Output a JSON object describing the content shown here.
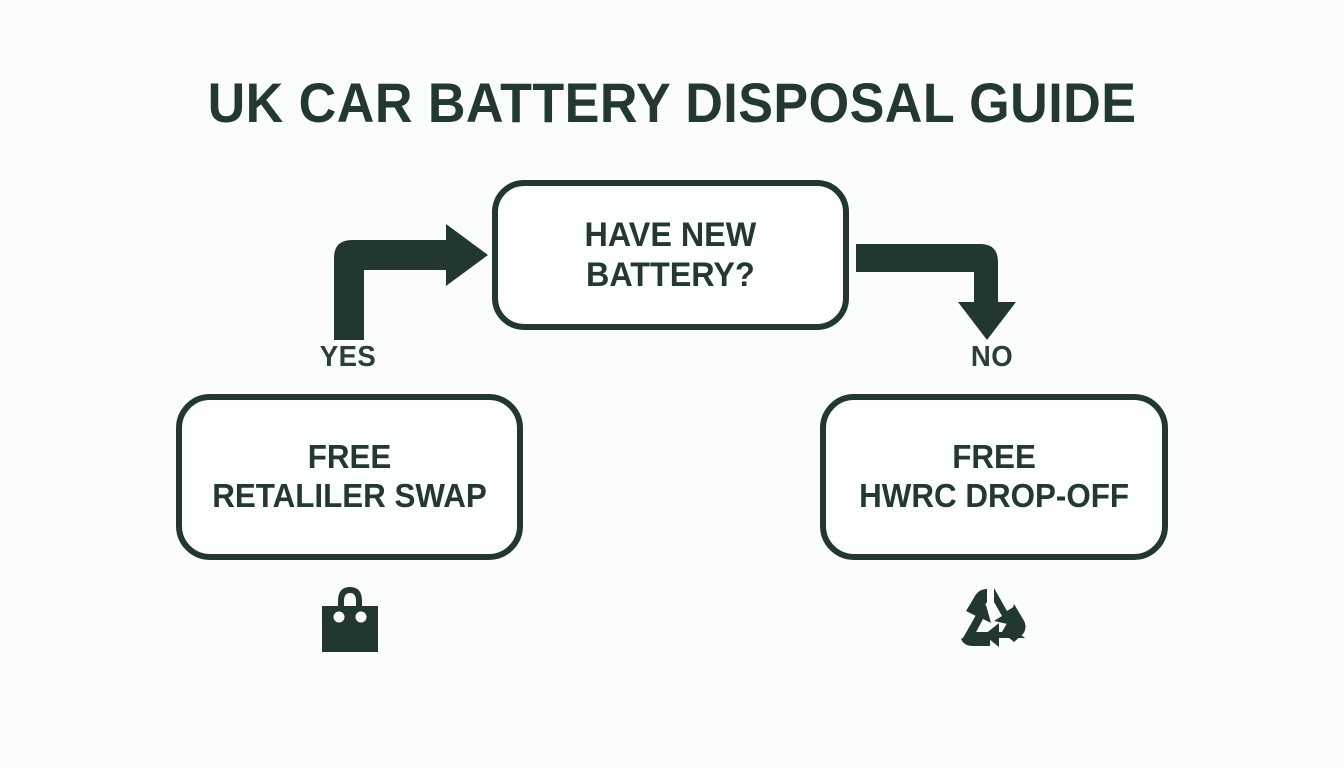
{
  "page": {
    "title": "UK CAR BATTERY DISPOSAL GUIDE",
    "background_color": "#fbfcfc",
    "ink_color": "#22382f"
  },
  "flowchart": {
    "decision": {
      "line1": "HAVE NEW",
      "line2": "BATTERY?"
    },
    "branches": [
      {
        "label": "YES",
        "arrow": "elbow-up-right-arrow-icon"
      },
      {
        "label": "NO",
        "arrow": "elbow-right-down-arrow-icon"
      }
    ],
    "outcomes": [
      {
        "line1": "FREE",
        "line2": "RETALILER SWAP",
        "icon": "shopping-bag-icon"
      },
      {
        "line1": "FREE",
        "line2": "HWRC DROP-OFF",
        "icon": "recycle-icon"
      }
    ]
  }
}
